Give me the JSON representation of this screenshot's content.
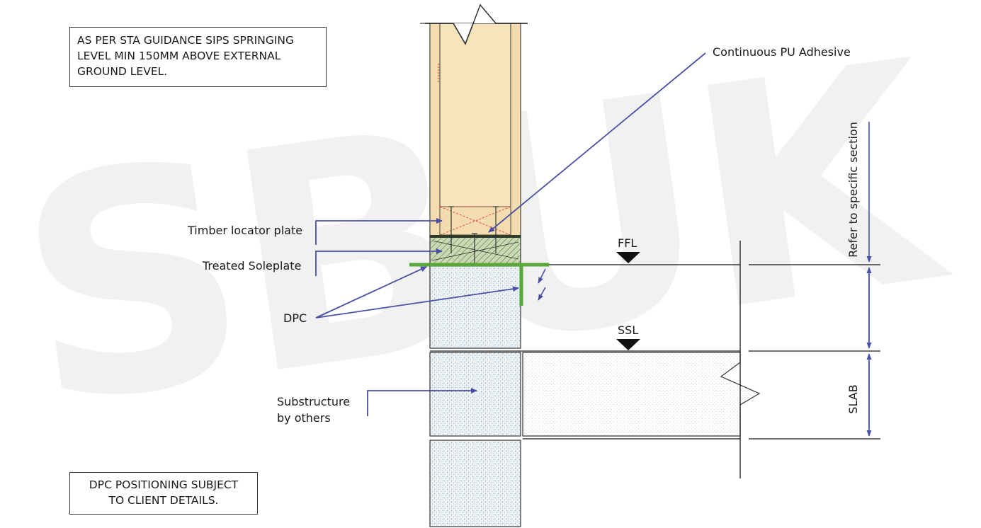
{
  "watermark": {
    "text": "SBUK"
  },
  "notes": {
    "top_lines": [
      "AS PER STA GUIDANCE SIPS SPRINGING",
      "LEVEL MIN 150MM ABOVE EXTERNAL",
      "GROUND LEVEL."
    ],
    "bottom_lines": [
      "DPC POSITIONING SUBJECT",
      "TO CLIENT DETAILS."
    ]
  },
  "labels": {
    "adhesive": "Continuous PU Adhesive",
    "locator": "Timber locator plate",
    "soleplate": "Treated Soleplate",
    "dpc": "DPC",
    "substructure_1": "Substructure",
    "substructure_2": "by others"
  },
  "levels": {
    "ffl": "FFL",
    "ssl": "SSL"
  },
  "dimensions": {
    "upper": "Refer to specific section",
    "slab": "SLAB"
  },
  "colors": {
    "annotation": "#4a4fa6",
    "timber": "#f6e4bc",
    "soleplate": "#c9d9b3",
    "dpc": "#5aa83b",
    "concrete": "#e8f0f5",
    "watermark": "#f1f1f1"
  }
}
